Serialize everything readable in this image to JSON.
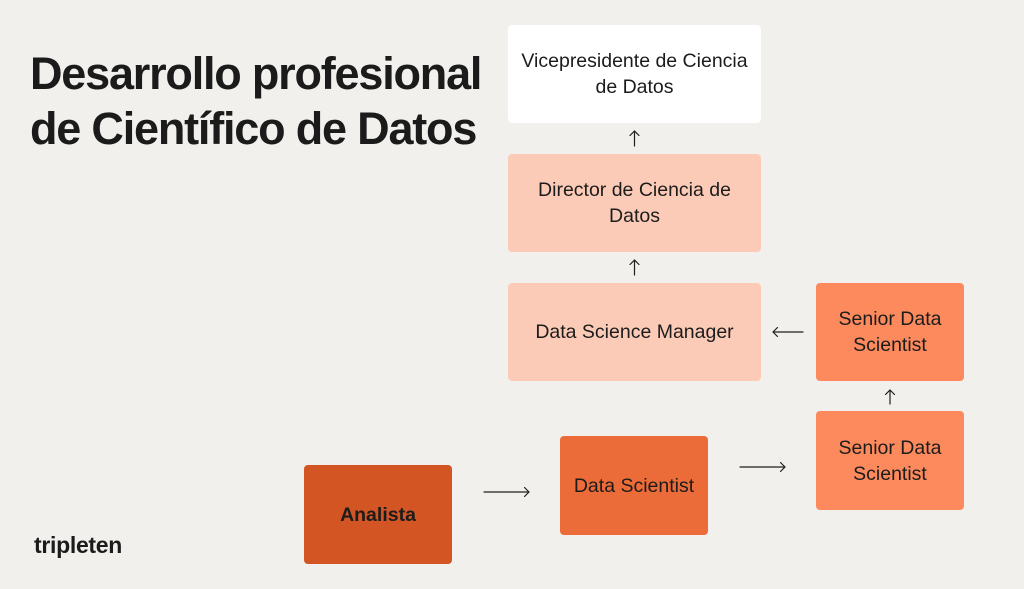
{
  "title": "Desarrollo profesional de Científico de Datos",
  "brand": "tripleten",
  "nodes": {
    "vicepresidente": "Vicepresidente de Ciencia de Datos",
    "director": "Director de Ciencia de Datos",
    "manager": "Data Science Manager",
    "senior_upper": "Senior Data Scientist",
    "senior_lower": "Senior Data Scientist",
    "data_scientist": "Data Scientist",
    "analista": "Analista"
  },
  "edges": [
    {
      "from": "Analista",
      "to": "Data Scientist"
    },
    {
      "from": "Data Scientist",
      "to": "Senior Data Scientist"
    },
    {
      "from": "Senior Data Scientist",
      "to": "Senior Data Scientist"
    },
    {
      "from": "Senior Data Scientist",
      "to": "Data Science Manager"
    },
    {
      "from": "Data Science Manager",
      "to": "Director de Ciencia de Datos"
    },
    {
      "from": "Director de Ciencia de Datos",
      "to": "Vicepresidente de Ciencia de Datos"
    }
  ],
  "colors": {
    "background": "#f2f0ec",
    "vicepresidente": "#ffffff",
    "director": "#fccbb7",
    "manager": "#fccbb7",
    "senior": "#fd8a5c",
    "data_scientist": "#ec6c39",
    "analista": "#d35523"
  }
}
